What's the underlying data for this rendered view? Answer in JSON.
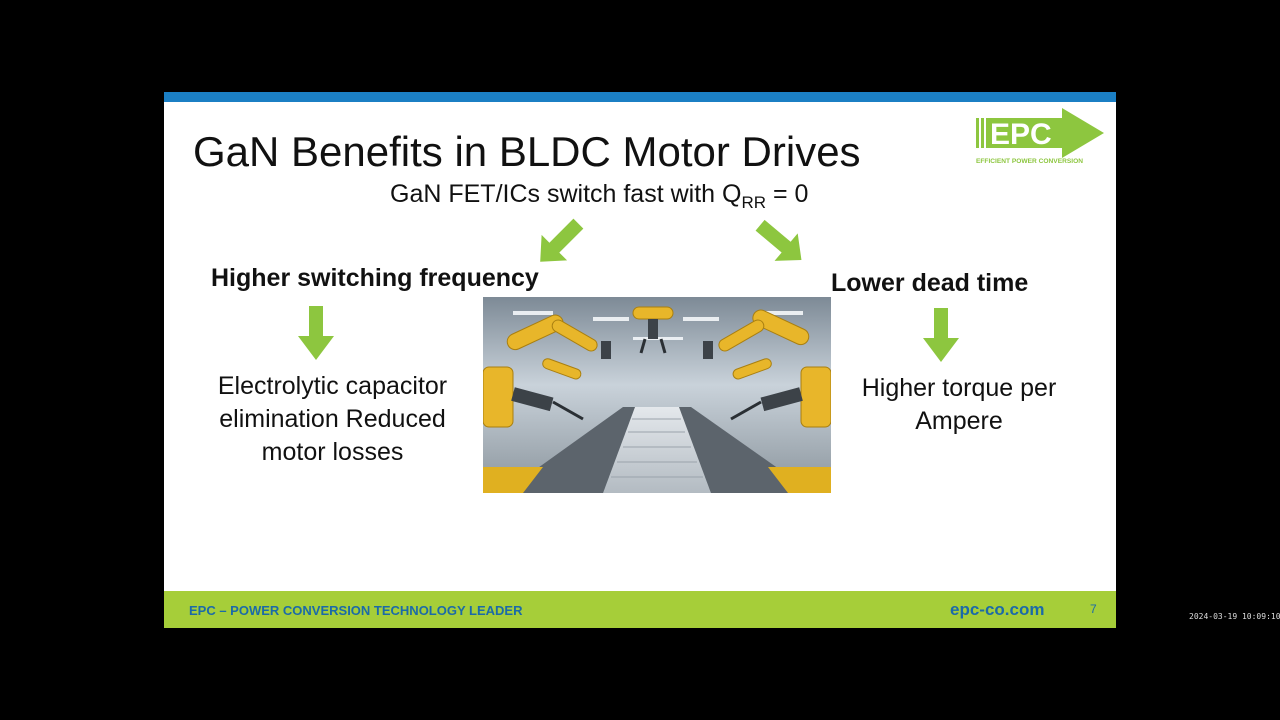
{
  "slide": {
    "title": "GaN Benefits in BLDC Motor Drives",
    "subtitle_main": "GaN FET/ICs switch fast with Q",
    "subtitle_sub": "RR",
    "subtitle_end": " = 0",
    "left": {
      "heading": "Higher switching frequency",
      "body": "Electrolytic capacitor elimination Reduced motor losses"
    },
    "right": {
      "heading": "Lower dead time",
      "body": "Higher torque per Ampere"
    },
    "logo": {
      "text": "EPC",
      "tagline": "EFFICIENT POWER CONVERSION"
    },
    "image": {
      "icon": "robot-arms-assembly-line-photo"
    }
  },
  "footer": {
    "tagline": "EPC – POWER CONVERSION TECHNOLOGY LEADER",
    "url": "epc-co.com",
    "page_number": "7"
  },
  "timestamp": "2024-03-19 10:09:10",
  "colors": {
    "top_bar": "#1b7fc4",
    "footer_bar": "#a6ce39",
    "arrow_green": "#8dc63f",
    "footer_text": "#1b6aa8"
  }
}
